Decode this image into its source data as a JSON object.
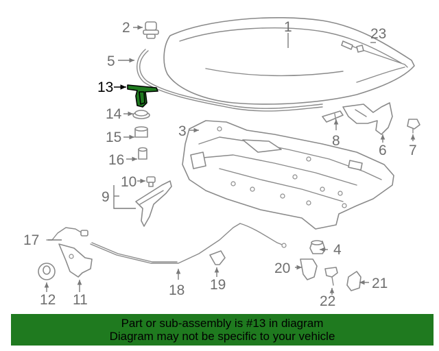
{
  "highlight_color": "#1f7a1f",
  "highlighted_callout": "13",
  "callouts": {
    "c1": "1",
    "c2": "2",
    "c3": "3",
    "c4": "4",
    "c5": "5",
    "c6": "6",
    "c7": "7",
    "c8": "8",
    "c9": "9",
    "c10": "10",
    "c11": "11",
    "c12": "12",
    "c13": "13",
    "c14": "14",
    "c15": "15",
    "c16": "16",
    "c17": "17",
    "c18": "18",
    "c19": "19",
    "c20": "20",
    "c21": "21",
    "c22": "22",
    "c23": "23"
  },
  "banner": {
    "line1": "Part or sub-assembly is #13 in diagram",
    "line2": "Diagram may not be specific to your vehicle"
  }
}
